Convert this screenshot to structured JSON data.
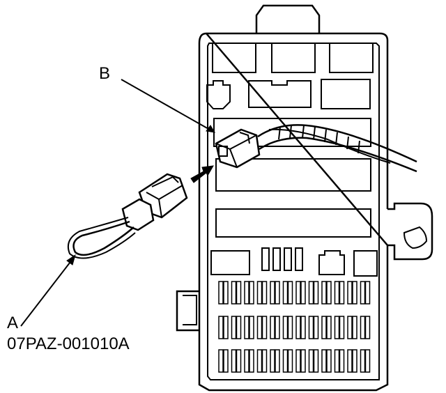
{
  "labels": {
    "a": "A",
    "a_part": "07PAZ-001010A",
    "b": "B"
  },
  "colors": {
    "line": "#000000",
    "background": "#ffffff"
  }
}
